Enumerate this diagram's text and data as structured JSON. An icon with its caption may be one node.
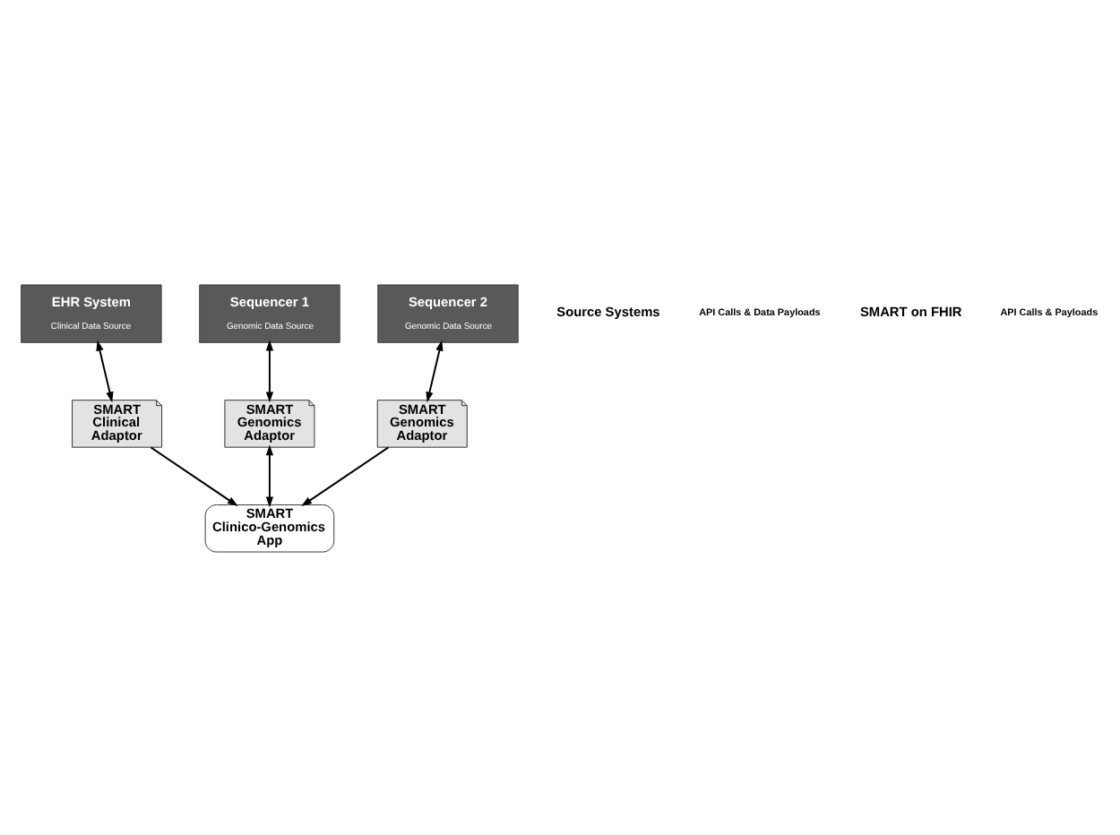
{
  "diagram": {
    "nodes": [
      {
        "text": [
          "EHR System",
          "Clinical Data Source"
        ]
      },
      {
        "text": [
          "Sequencer 1",
          "Genomic Data Source"
        ]
      },
      {
        "text": [
          "Sequencer 2",
          "Genomic Data Source"
        ]
      },
      {
        "text": [
          "SMART Clinical Adaptor"
        ]
      },
      {
        "text": [
          "SMART Genomics Adaptor"
        ]
      },
      {
        "text": [
          "SMART Genomics Adaptor"
        ]
      },
      {
        "text": [
          "SMART Clinico-Genomics App"
        ]
      }
    ],
    "edges": [
      {
        "from": 0,
        "to": 3,
        "arrow": "both"
      },
      {
        "from": 1,
        "to": 4,
        "arrow": "both"
      },
      {
        "from": 2,
        "to": 5,
        "arrow": "both"
      },
      {
        "from": 3,
        "to": 6,
        "arrow": "to"
      },
      {
        "from": 4,
        "to": 6,
        "arrow": "both"
      },
      {
        "from": 5,
        "to": 6,
        "arrow": "to"
      }
    ],
    "labels": [
      "Source Systems",
      "API Calls & Data Payloads",
      "SMART on FHIR",
      "API Calls & Payloads"
    ]
  }
}
